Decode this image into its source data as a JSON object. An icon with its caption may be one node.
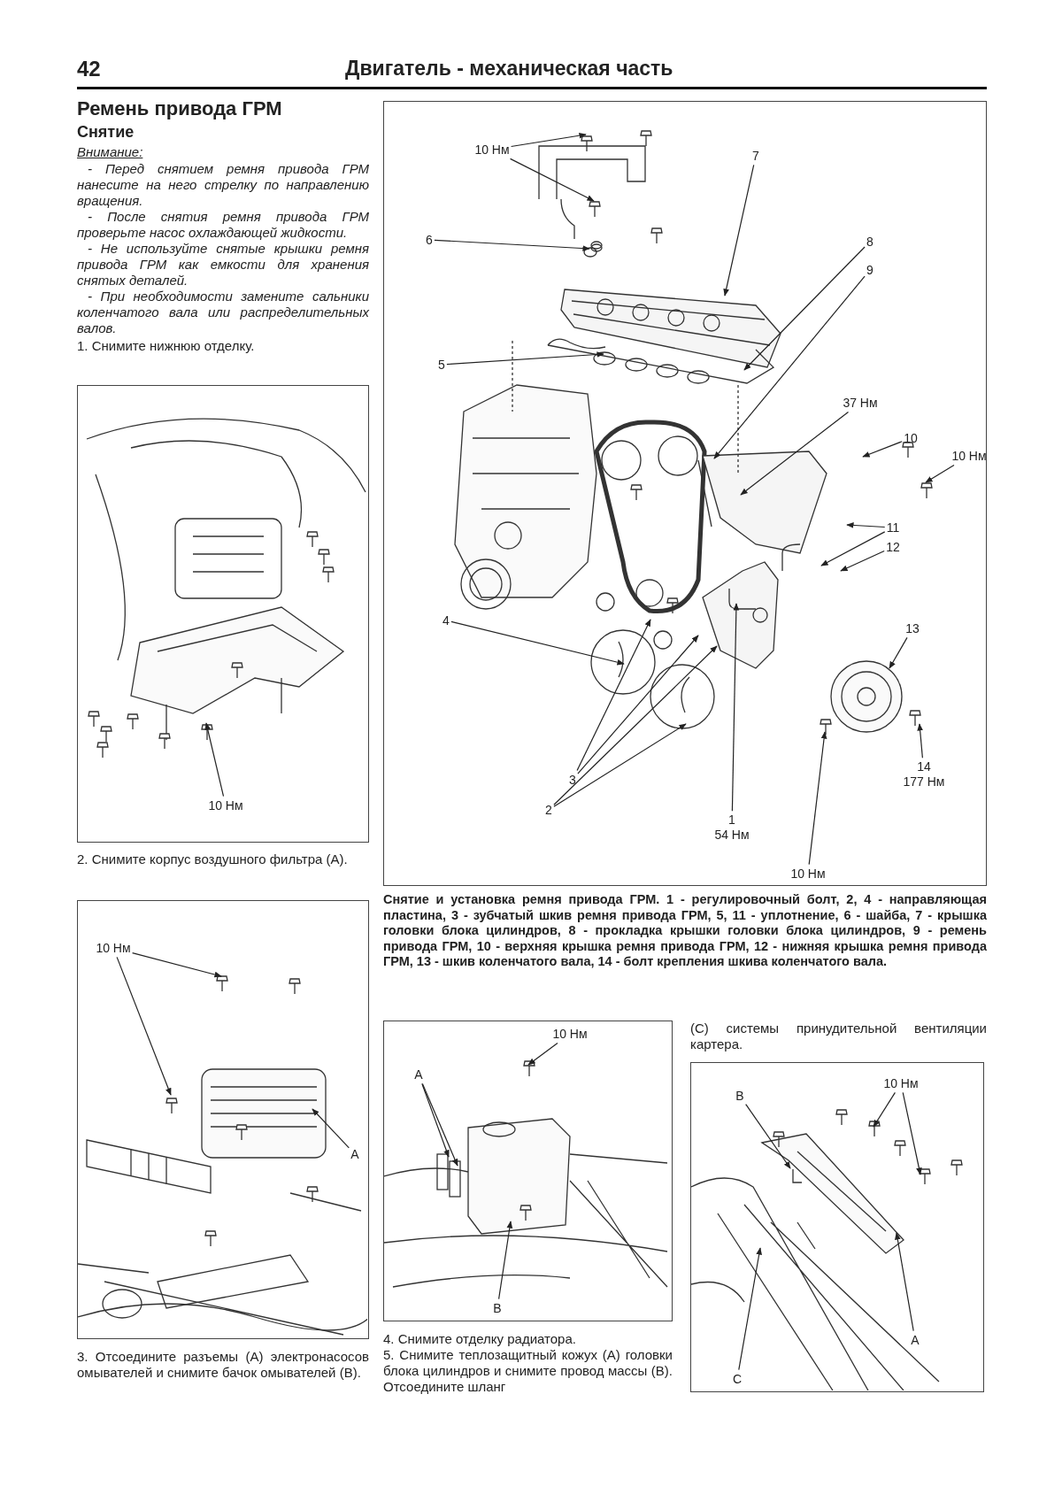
{
  "diagram": {
    "title": "Ремень привода ГРМ",
    "caption": "Снятие и установка ремня привода ГРМ. 1 - регулировочный болт, 2, 4 - направляющая пластина, 3 - зубчатый шкив ремня привода ГРМ, 5, 11 - уплотнение, 6 - шайба, 7 - крышка головки блока цилиндров, 8 - прокладка крышки головки блока цилиндров, 9 - ремень привода ГРМ, 10 - верхняя крышка ремня привода ГРМ, 12 - нижняя крышка ремня привода ГРМ, 13 - шкив коленчатого вала, 14 - болт крепления шкива коленчатого вала.",
    "nodes": [
      {
        "text": [],
        "shape": "picture"
      },
      {
        "text": [
          "10 Нм"
        ],
        "in": 0
      },
      {
        "text": [],
        "shape": "picture"
      },
      {
        "text": [
          "10 Нм"
        ],
        "in": 2
      },
      {
        "text": [
          "6"
        ],
        "in": 2
      },
      {
        "text": [
          "7"
        ],
        "in": 2
      },
      {
        "text": [
          "8"
        ],
        "in": 2
      },
      {
        "text": [
          "9"
        ],
        "in": 2
      },
      {
        "text": [
          "5"
        ],
        "in": 2
      },
      {
        "text": [
          "37 Нм"
        ],
        "in": 2
      },
      {
        "text": [
          "10"
        ],
        "in": 2
      },
      {
        "text": [
          "10 Нм"
        ],
        "in": 2
      },
      {
        "text": [
          "11"
        ],
        "in": 2
      },
      {
        "text": [
          "12"
        ],
        "in": 2
      },
      {
        "text": [
          "4"
        ],
        "in": 2
      },
      {
        "text": [
          "13"
        ],
        "in": 2
      },
      {
        "text": [
          "3"
        ],
        "in": 2
      },
      {
        "text": [
          "14",
          "177 Нм"
        ],
        "in": 2
      },
      {
        "text": [
          "2"
        ],
        "in": 2
      },
      {
        "text": [
          "1",
          "54 Нм"
        ],
        "in": 2
      },
      {
        "text": [
          "10 Нм"
        ],
        "in": 2
      },
      {
        "text": [],
        "shape": "picture"
      },
      {
        "text": [
          "10 Нм"
        ],
        "in": 21
      },
      {
        "text": [
          "A"
        ],
        "in": 21
      },
      {
        "text": [],
        "shape": "picture"
      },
      {
        "text": [
          "A"
        ],
        "in": 24
      },
      {
        "text": [
          "10 Нм"
        ],
        "in": 24
      },
      {
        "text": [
          "B"
        ],
        "in": 24
      },
      {
        "text": [],
        "shape": "picture"
      },
      {
        "text": [
          "B"
        ],
        "in": 28
      },
      {
        "text": [
          "10 Нм"
        ],
        "in": 28
      },
      {
        "text": [
          "A"
        ],
        "in": 28
      },
      {
        "text": [
          "C"
        ],
        "in": 28
      }
    ],
    "edges": [
      {
        "from": 1,
        "to": null,
        "arrow": "to"
      },
      {
        "from": 3,
        "to": null,
        "arrow": "to"
      },
      {
        "from": 3,
        "to": null,
        "arrow": "to"
      },
      {
        "from": 4,
        "to": null,
        "arrow": "to"
      },
      {
        "from": 5,
        "to": null,
        "arrow": "to"
      },
      {
        "from": 6,
        "to": null,
        "arrow": "to"
      },
      {
        "from": 7,
        "to": null,
        "arrow": "to"
      },
      {
        "from": 8,
        "to": null,
        "arrow": "to"
      },
      {
        "from": 9,
        "to": null,
        "arrow": "to"
      },
      {
        "from": 10,
        "to": null,
        "arrow": "to"
      },
      {
        "from": 11,
        "to": null,
        "arrow": "to"
      },
      {
        "from": 12,
        "to": null,
        "arrow": "to"
      },
      {
        "from": 12,
        "to": null,
        "arrow": "to"
      },
      {
        "from": 13,
        "to": null,
        "arrow": "to"
      },
      {
        "from": 14,
        "to": null,
        "arrow": "to"
      },
      {
        "from": 15,
        "to": null,
        "arrow": "to"
      },
      {
        "from": 16,
        "to": null,
        "arrow": "to"
      },
      {
        "from": 16,
        "to": null,
        "arrow": "to"
      },
      {
        "from": 17,
        "to": null,
        "arrow": "to"
      },
      {
        "from": 18,
        "to": null,
        "arrow": "to"
      },
      {
        "from": 18,
        "to": null,
        "arrow": "to"
      },
      {
        "from": 19,
        "to": null,
        "arrow": "to"
      },
      {
        "from": 20,
        "to": null,
        "arrow": "to"
      },
      {
        "from": 22,
        "to": null,
        "arrow": "to"
      },
      {
        "from": 22,
        "to": null,
        "arrow": "to"
      },
      {
        "from": 23,
        "to": null,
        "arrow": "to"
      },
      {
        "from": 25,
        "to": null,
        "arrow": "to"
      },
      {
        "from": 25,
        "to": null,
        "arrow": "to"
      },
      {
        "from": 26,
        "to": null,
        "arrow": "to"
      },
      {
        "from": 27,
        "to": null,
        "arrow": "to"
      },
      {
        "from": 29,
        "to": null,
        "arrow": "to"
      },
      {
        "from": 30,
        "to": null,
        "arrow": "to"
      },
      {
        "from": 30,
        "to": null,
        "arrow": "to"
      },
      {
        "from": 31,
        "to": null,
        "arrow": "to"
      },
      {
        "from": 32,
        "to": null,
        "arrow": "to"
      }
    ],
    "labels": [
      "42",
      "Двигатель - механическая часть",
      "Снятие",
      "Внимание:",
      "- Перед снятием ремня привода ГРМ нанесите на него стрелку по направлению вращения.",
      "- После снятия ремня привода ГРМ проверьте насос охлаждающей жидкости.",
      "- Не используйте снятые крышки ремня привода ГРМ как емкости для хранения снятых деталей.",
      "- При необходимости замените сальники коленчатого вала или распределительных валов.",
      "1. Снимите нижнюю отделку.",
      "2. Снимите корпус воздушного фильтра (А).",
      "3. Отсоедините разъемы (А) электронасосов омывателей и снимите бачок омывателей (В).",
      "4. Снимите отделку радиатора.",
      "5. Снимите теплозащитный кожух (А) головки блока цилиндров и снимите провод массы (В). Отсоедините шланг",
      "(С) системы принудительной вентиляции картера."
    ]
  }
}
